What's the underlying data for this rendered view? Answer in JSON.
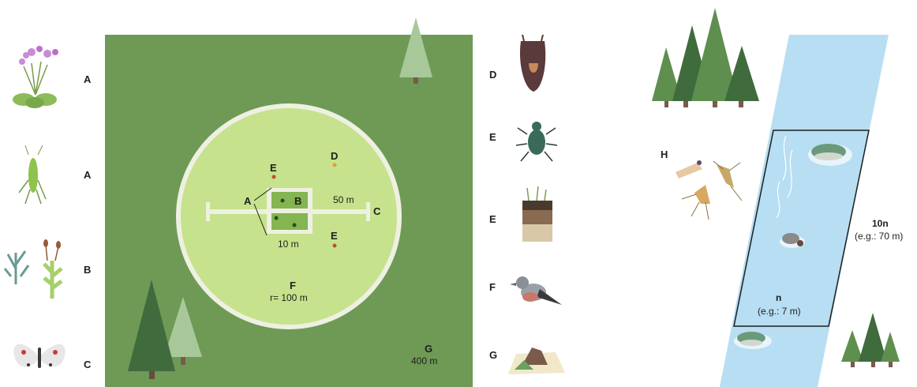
{
  "left_column": {
    "labels": [
      "A",
      "A",
      "B",
      "C"
    ]
  },
  "plot": {
    "circle": {
      "label": "F",
      "radius": "r= 100 m"
    },
    "square": {
      "label": "G",
      "size": "400 m"
    },
    "transect": {
      "label": "C",
      "length": "50 m"
    },
    "quadrat": {
      "label_a": "A",
      "label_b": "B",
      "size": "10 m"
    },
    "points": [
      {
        "label": "E"
      },
      {
        "label": "D"
      },
      {
        "label": "E"
      }
    ]
  },
  "middle_column": {
    "labels": [
      "D",
      "E",
      "E",
      "F",
      "G"
    ]
  },
  "stream": {
    "insects_label": "H",
    "section_length": "10n",
    "section_length_example": "(e.g.: 70 m)",
    "section_width": "n",
    "section_width_example": "(e.g.: 7 m)"
  },
  "colors": {
    "square": "#6e9a55",
    "circle": "#c6e28c",
    "ring": "#eef0e2",
    "water": "#b7def2",
    "tree_dark": "#3f6b3d",
    "tree_mid": "#5f8f4e",
    "tree_light": "#8bb47e"
  }
}
